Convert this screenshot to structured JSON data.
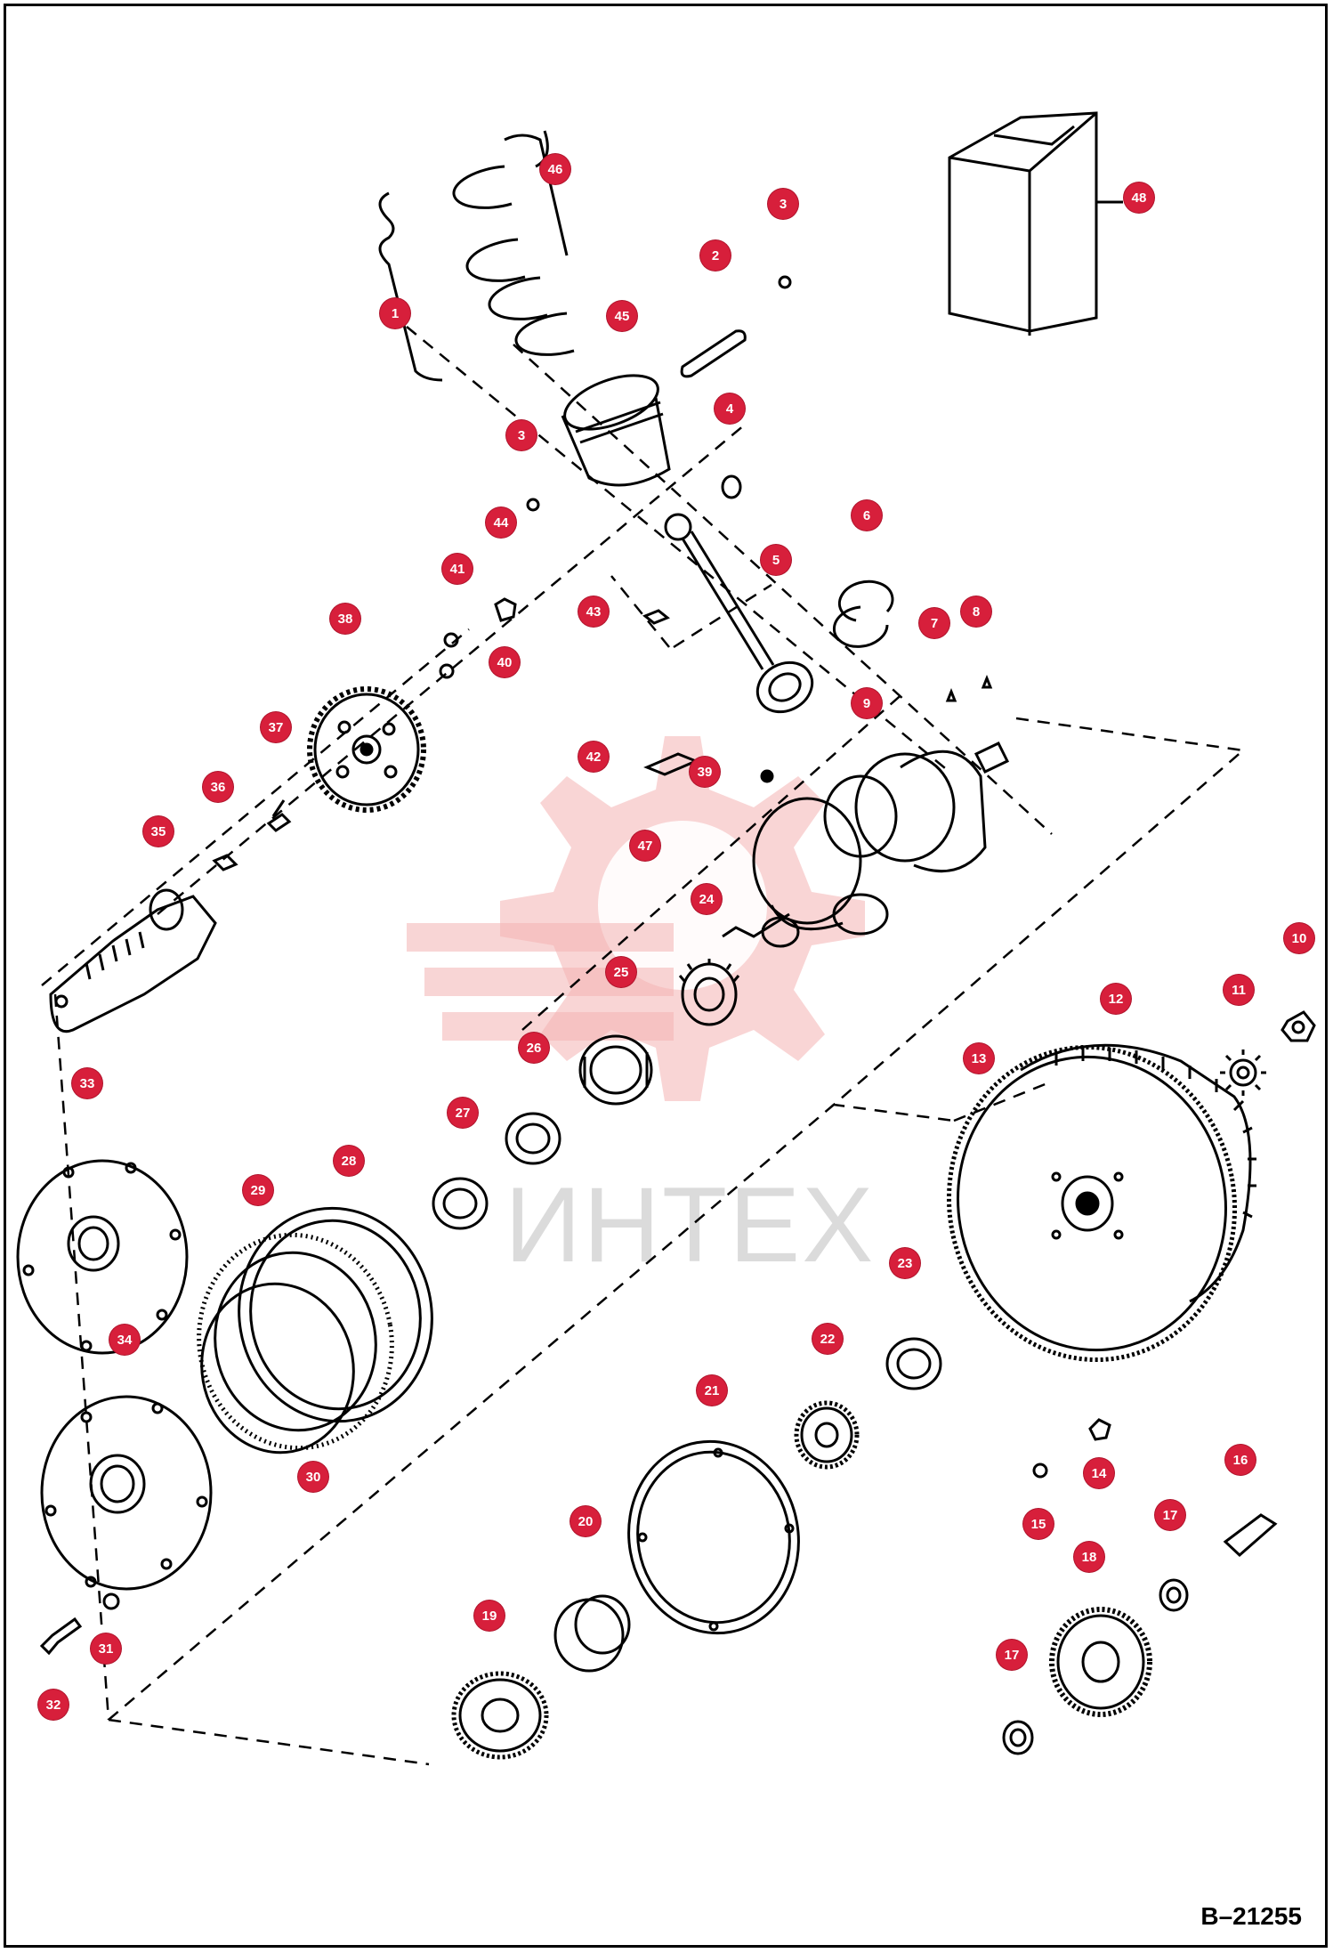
{
  "diagram": {
    "drawing_number": "B–21255",
    "watermark_text": "ИНТЕХ",
    "accent_color": "#d71f3b",
    "callouts": [
      "1",
      "2",
      "3",
      "3",
      "4",
      "5",
      "6",
      "7",
      "8",
      "9",
      "10",
      "11",
      "12",
      "13",
      "14",
      "15",
      "16",
      "17",
      "17",
      "18",
      "19",
      "20",
      "21",
      "22",
      "23",
      "24",
      "25",
      "26",
      "27",
      "28",
      "29",
      "30",
      "31",
      "32",
      "33",
      "34",
      "35",
      "36",
      "37",
      "38",
      "39",
      "40",
      "41",
      "42",
      "43",
      "44",
      "45",
      "46",
      "47",
      "48"
    ]
  }
}
